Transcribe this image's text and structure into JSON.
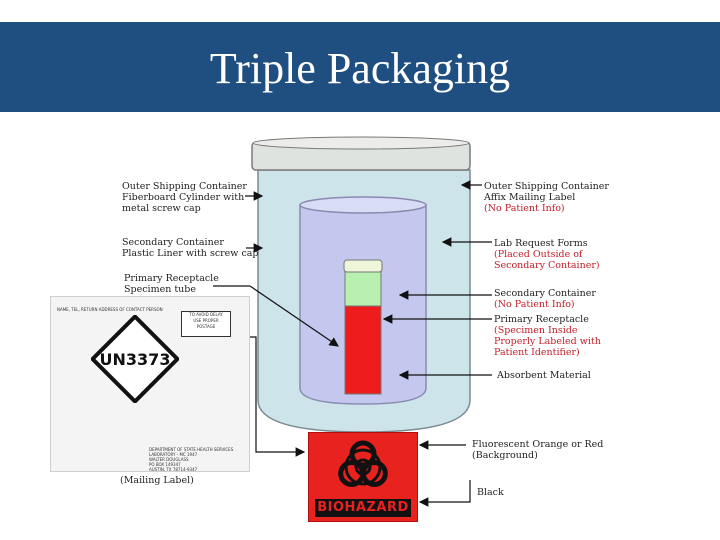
{
  "title": "Triple Packaging",
  "left_labels": {
    "outer": [
      "Outer Shipping Container",
      "Fiberboard Cylinder with",
      "metal screw cap"
    ],
    "secondary": [
      "Secondary Container",
      "Plastic Liner with screw cap"
    ],
    "primary": [
      "Primary Receptacle",
      "Specimen tube"
    ]
  },
  "right_labels": {
    "outer": {
      "lines": [
        "Outer Shipping Container",
        "Affix Mailing Label"
      ],
      "note": "(No Patient Info)"
    },
    "lab": {
      "lines": [
        "Lab Request Forms"
      ],
      "note": [
        "(Placed Outside of",
        "Secondary Container)"
      ]
    },
    "secondary": {
      "lines": [
        "Secondary Container"
      ],
      "note": "(No Patient Info)"
    },
    "primary": {
      "lines": [
        "Primary Receptacle"
      ],
      "note": [
        "(Specimen Inside",
        "Properly Labeled with",
        "Patient Identifier)"
      ]
    },
    "absorbent": "Absorbent Material",
    "fluorescent": [
      "Fluorescent Orange or Red",
      "(Background)"
    ],
    "black": "Black"
  },
  "mailing_label": {
    "header": "NAME, TEL, RETURN ADDRESS OF CONTACT PERSON",
    "stamp": [
      "TO AVOID DELAY",
      "USE PROPER",
      "POSTAGE"
    ],
    "un_number": "UN3373",
    "address": [
      "DEPARTMENT OF STATE HEALTH SERVICES",
      "LABORATORY - MC 1947",
      "WALTER DOUGLASS",
      "PO BOX 149347",
      "AUSTIN, TX 78714-9347"
    ],
    "caption": "(Mailing Label)"
  },
  "biohazard_label": "BIOHAZARD",
  "colors": {
    "title_bar": "#1f4e80",
    "note_red": "#c0212a",
    "tube_red": "#ee1c1c",
    "tube_green": "#b8f0b0",
    "secondary_fill": "#c4c8ee",
    "outer_fill": "#cde4ea",
    "biohazard_bg": "#e8221f"
  }
}
